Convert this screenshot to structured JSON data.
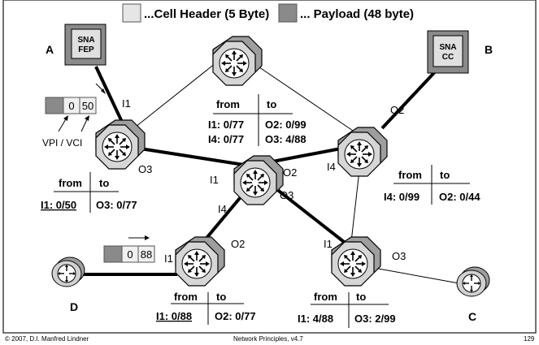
{
  "legend": {
    "header_label": "...Cell Header (5 Byte)",
    "payload_label": "... Payload (48 byte)"
  },
  "endpoints": {
    "A": {
      "letter": "A",
      "box_line1": "SNA",
      "box_line2": "FEP"
    },
    "B": {
      "letter": "B",
      "box_line1": "SNA",
      "box_line2": "CC"
    },
    "C": {
      "letter": "C"
    },
    "D": {
      "letter": "D"
    }
  },
  "cells": {
    "cell1": {
      "vpi": "0",
      "vci": "50"
    },
    "cell2": {
      "vpi": "0",
      "vci": "88"
    }
  },
  "vpi_vci_label": "VPI / VCI",
  "ports": {
    "s1_in": "I1",
    "s1_out": "O3",
    "s2_i1": "I1",
    "s2_o2": "O2",
    "s2_i4": "I4",
    "s2_o3": "O3",
    "s3_i4": "I4",
    "s3_o2": "O2",
    "s4_o2": "O2",
    "s4_i1": "I1",
    "s5_i1": "I1",
    "s5_o3": "O3"
  },
  "tables": {
    "t_s1": {
      "from_h": "from",
      "to_h": "to",
      "from": [
        "I1: 0/50"
      ],
      "to": [
        "O3: 0/77"
      ]
    },
    "t_top": {
      "from_h": "from",
      "to_h": "to",
      "from": [
        "I1: 0/77",
        "I4: 0/77"
      ],
      "to": [
        "O2: 0/99",
        "O3: 4/88"
      ]
    },
    "t_s3": {
      "from_h": "from",
      "to_h": "to",
      "from": [
        "I4: 0/99"
      ],
      "to": [
        "O2: 0/44"
      ]
    },
    "t_s4": {
      "from_h": "from",
      "to_h": "to",
      "from": [
        "I1: 0/88"
      ],
      "to": [
        "O2: 0/77"
      ]
    },
    "t_s5": {
      "from_h": "from",
      "to_h": "to",
      "from": [
        "I1: 4/88"
      ],
      "to": [
        "O3: 2/99"
      ]
    }
  },
  "footer": {
    "copyright": "© 2007, D.I. Manfred Lindner",
    "title": "Network Principles, v4.7",
    "page": "129"
  },
  "colors": {
    "switch_body": "#bdbdbd",
    "switch_face": "#dcdcdc",
    "header_gray": "#e6e6e6",
    "payload_gray": "#8a8a8a",
    "frame": "#444444"
  }
}
